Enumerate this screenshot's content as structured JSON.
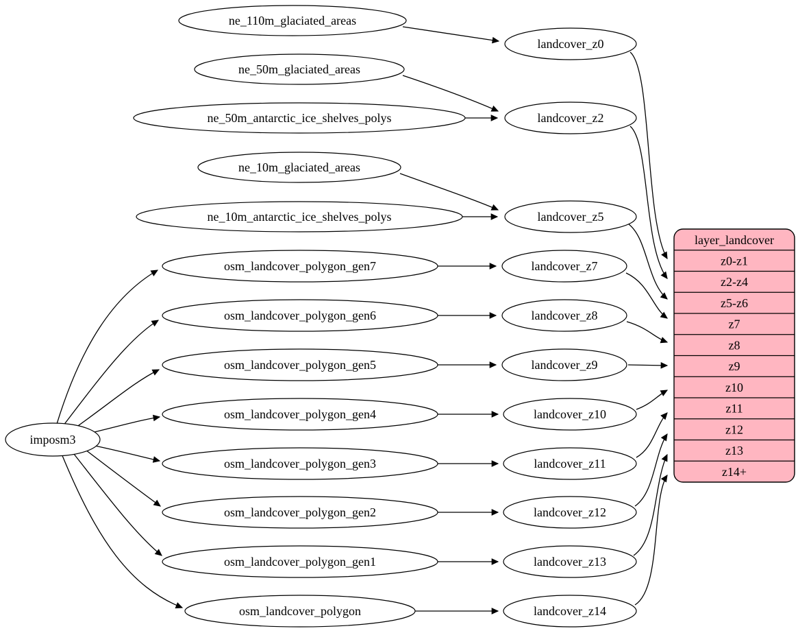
{
  "diagram": {
    "kind": "etl-flow-graph",
    "colors": {
      "background": "#ffffff",
      "node_fill": "#ffffff",
      "stroke": "#000000",
      "table_fill": "#ffb6c1"
    },
    "nodes": {
      "imposm3": "imposm3",
      "ne_110m_glaciated_areas": "ne_110m_glaciated_areas",
      "ne_50m_glaciated_areas": "ne_50m_glaciated_areas",
      "ne_50m_antarctic_ice_shelves_polys": "ne_50m_antarctic_ice_shelves_polys",
      "ne_10m_glaciated_areas": "ne_10m_glaciated_areas",
      "ne_10m_antarctic_ice_shelves_polys": "ne_10m_antarctic_ice_shelves_polys",
      "osm_landcover_polygon_gen7": "osm_landcover_polygon_gen7",
      "osm_landcover_polygon_gen6": "osm_landcover_polygon_gen6",
      "osm_landcover_polygon_gen5": "osm_landcover_polygon_gen5",
      "osm_landcover_polygon_gen4": "osm_landcover_polygon_gen4",
      "osm_landcover_polygon_gen3": "osm_landcover_polygon_gen3",
      "osm_landcover_polygon_gen2": "osm_landcover_polygon_gen2",
      "osm_landcover_polygon_gen1": "osm_landcover_polygon_gen1",
      "osm_landcover_polygon": "osm_landcover_polygon",
      "landcover_z0": "landcover_z0",
      "landcover_z2": "landcover_z2",
      "landcover_z5": "landcover_z5",
      "landcover_z7": "landcover_z7",
      "landcover_z8": "landcover_z8",
      "landcover_z9": "landcover_z9",
      "landcover_z10": "landcover_z10",
      "landcover_z11": "landcover_z11",
      "landcover_z12": "landcover_z12",
      "landcover_z13": "landcover_z13",
      "landcover_z14": "landcover_z14"
    },
    "table": {
      "title": "layer_landcover",
      "rows": [
        "z0-z1",
        "z2-z4",
        "z5-z6",
        "z7",
        "z8",
        "z9",
        "z10",
        "z11",
        "z12",
        "z13",
        "z14+"
      ]
    },
    "edges": [
      {
        "from": "imposm3",
        "to": "osm_landcover_polygon_gen7"
      },
      {
        "from": "imposm3",
        "to": "osm_landcover_polygon_gen6"
      },
      {
        "from": "imposm3",
        "to": "osm_landcover_polygon_gen5"
      },
      {
        "from": "imposm3",
        "to": "osm_landcover_polygon_gen4"
      },
      {
        "from": "imposm3",
        "to": "osm_landcover_polygon_gen3"
      },
      {
        "from": "imposm3",
        "to": "osm_landcover_polygon_gen2"
      },
      {
        "from": "imposm3",
        "to": "osm_landcover_polygon_gen1"
      },
      {
        "from": "imposm3",
        "to": "osm_landcover_polygon"
      },
      {
        "from": "ne_110m_glaciated_areas",
        "to": "landcover_z0"
      },
      {
        "from": "ne_50m_glaciated_areas",
        "to": "landcover_z2"
      },
      {
        "from": "ne_50m_antarctic_ice_shelves_polys",
        "to": "landcover_z2"
      },
      {
        "from": "ne_10m_glaciated_areas",
        "to": "landcover_z5"
      },
      {
        "from": "ne_10m_antarctic_ice_shelves_polys",
        "to": "landcover_z5"
      },
      {
        "from": "osm_landcover_polygon_gen7",
        "to": "landcover_z7"
      },
      {
        "from": "osm_landcover_polygon_gen6",
        "to": "landcover_z8"
      },
      {
        "from": "osm_landcover_polygon_gen5",
        "to": "landcover_z9"
      },
      {
        "from": "osm_landcover_polygon_gen4",
        "to": "landcover_z10"
      },
      {
        "from": "osm_landcover_polygon_gen3",
        "to": "landcover_z11"
      },
      {
        "from": "osm_landcover_polygon_gen2",
        "to": "landcover_z12"
      },
      {
        "from": "osm_landcover_polygon_gen1",
        "to": "landcover_z13"
      },
      {
        "from": "osm_landcover_polygon",
        "to": "landcover_z14"
      },
      {
        "from": "landcover_z0",
        "to": "layer_landcover.z0-z1"
      },
      {
        "from": "landcover_z2",
        "to": "layer_landcover.z2-z4"
      },
      {
        "from": "landcover_z5",
        "to": "layer_landcover.z5-z6"
      },
      {
        "from": "landcover_z7",
        "to": "layer_landcover.z7"
      },
      {
        "from": "landcover_z8",
        "to": "layer_landcover.z8"
      },
      {
        "from": "landcover_z9",
        "to": "layer_landcover.z9"
      },
      {
        "from": "landcover_z10",
        "to": "layer_landcover.z10"
      },
      {
        "from": "landcover_z11",
        "to": "layer_landcover.z11"
      },
      {
        "from": "landcover_z12",
        "to": "layer_landcover.z12"
      },
      {
        "from": "landcover_z13",
        "to": "layer_landcover.z13"
      },
      {
        "from": "landcover_z14",
        "to": "layer_landcover.z14+"
      }
    ]
  }
}
